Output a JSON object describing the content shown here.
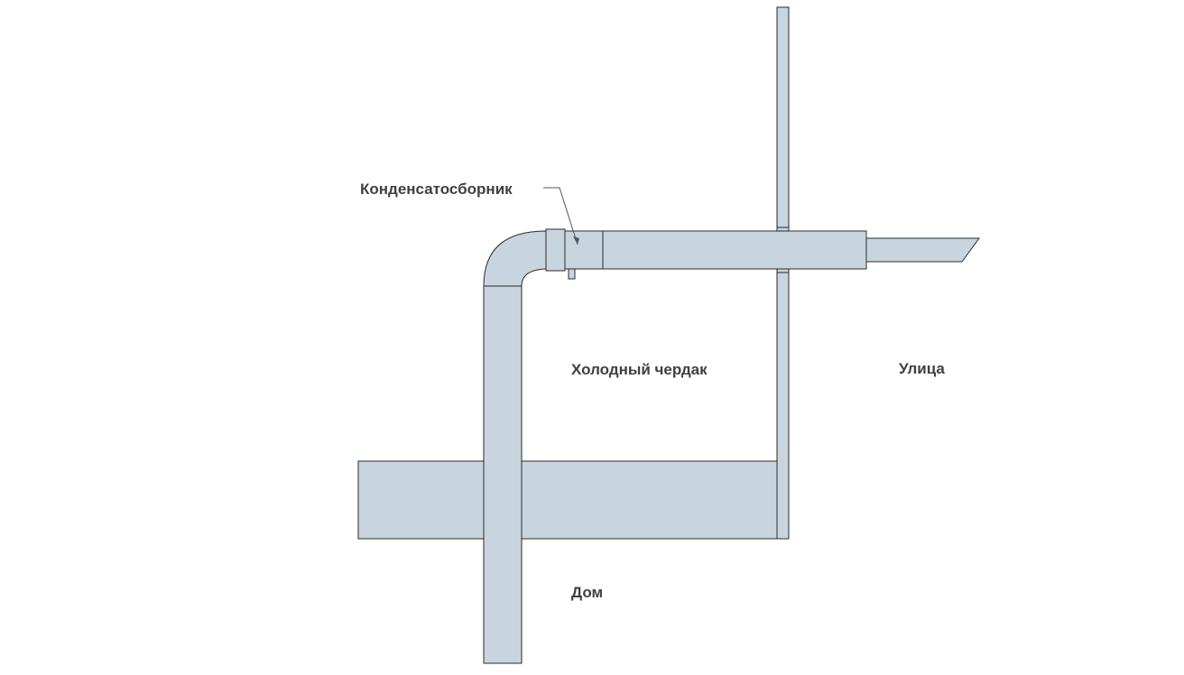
{
  "labels": {
    "condensate_collector": "Конденсатосборник",
    "cold_attic": "Холодный чердак",
    "street": "Улица",
    "house": "Дом"
  },
  "colors": {
    "pipe_fill": "#c8d5de",
    "outline": "#2b2b2b",
    "label_text": "#404040",
    "background": "#ffffff"
  }
}
